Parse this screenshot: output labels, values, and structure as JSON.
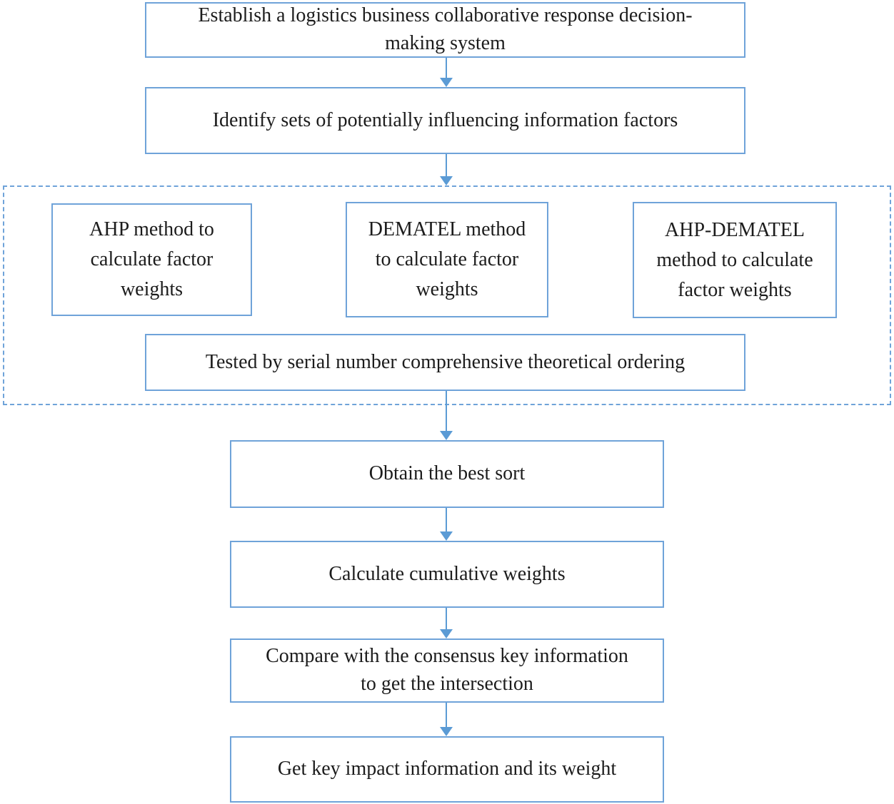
{
  "colors": {
    "accent": "#5b9bd5",
    "box_border": "#6fa3d9",
    "text": "#1c1c1c",
    "background": "#ffffff"
  },
  "nodes": {
    "establish": {
      "lines": [
        "Establish a logistics business collaborative response decision-",
        "making system"
      ]
    },
    "identify": {
      "lines": [
        "Identify sets of potentially influencing information factors"
      ]
    },
    "ahp": {
      "lines": [
        "AHP method to",
        "calculate factor",
        "weights"
      ]
    },
    "dematel": {
      "lines": [
        "DEMATEL method",
        "to calculate factor",
        "weights"
      ]
    },
    "ahp_dematel": {
      "lines": [
        "AHP-DEMATEL",
        "method to calculate",
        "factor weights"
      ]
    },
    "tested": {
      "lines": [
        "Tested by serial number comprehensive theoretical ordering"
      ]
    },
    "obtain": {
      "lines": [
        "Obtain the best sort"
      ]
    },
    "calculate": {
      "lines": [
        "Calculate cumulative weights"
      ]
    },
    "compare": {
      "lines": [
        "Compare with the consensus key information",
        "to get the intersection"
      ]
    },
    "get_key": {
      "lines": [
        "Get key impact information and its weight"
      ]
    }
  }
}
